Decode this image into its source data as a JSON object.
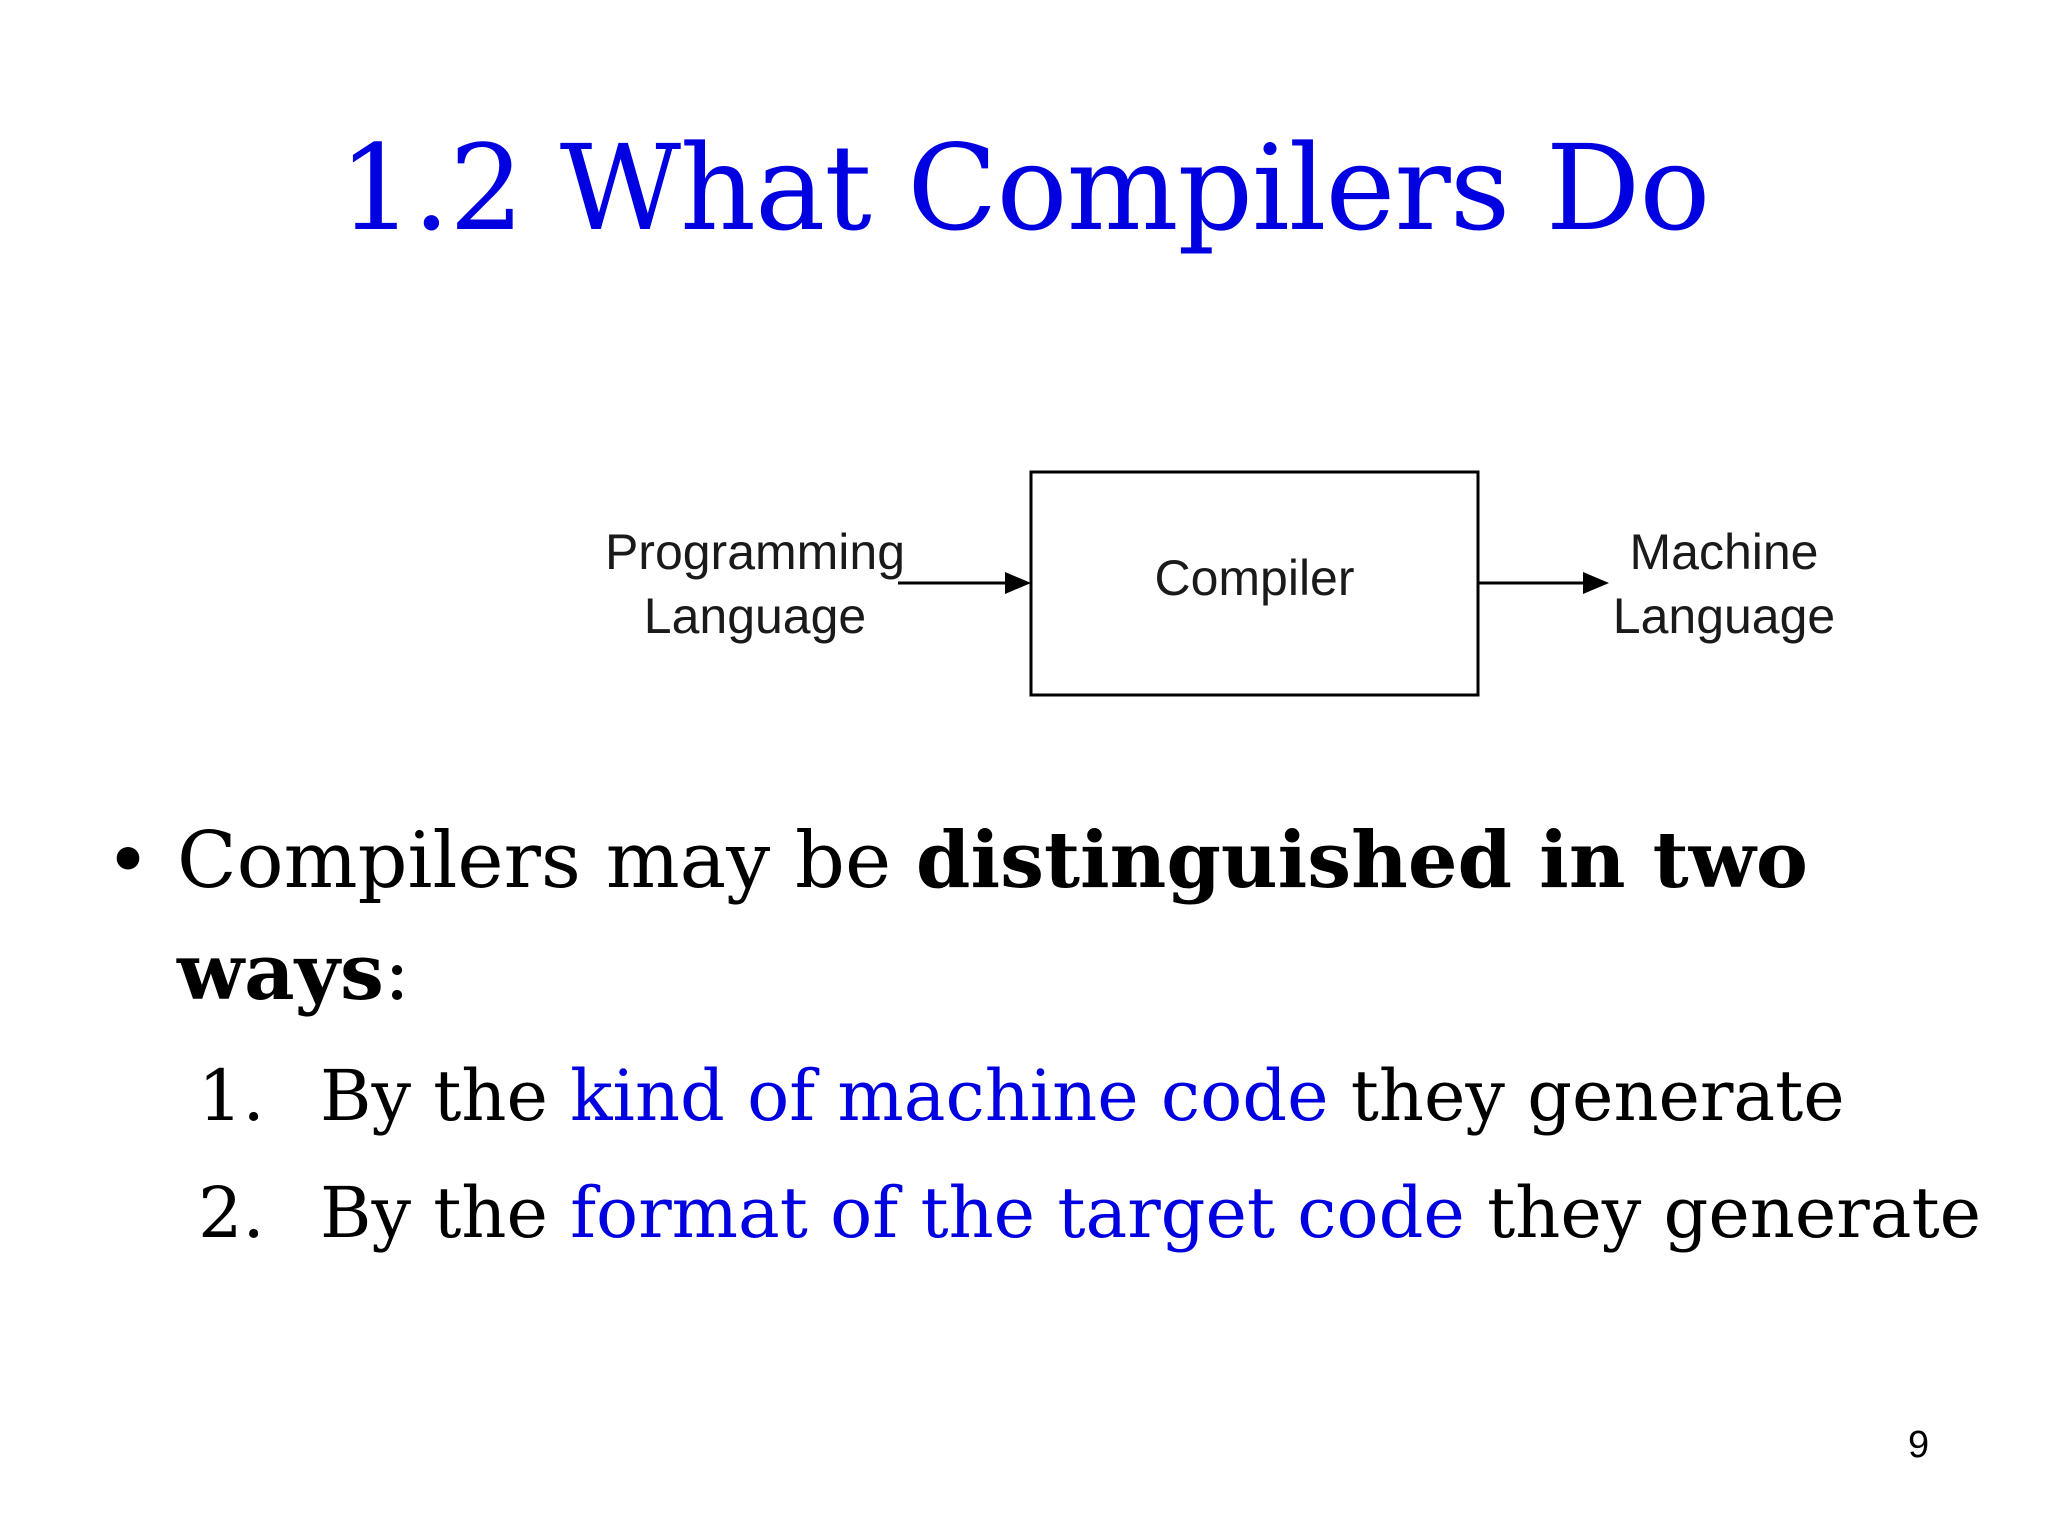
{
  "slide": {
    "title": "1.2 What Compilers Do",
    "page_number": "9"
  },
  "diagram": {
    "input_label_line1": "Programming",
    "input_label_line2": "Language",
    "box_label": "Compiler",
    "output_label_line1": "Machine",
    "output_label_line2": "Language"
  },
  "bullet": {
    "symbol": "•",
    "text_before": "Compilers may be ",
    "bold_text": "distinguished in two ways",
    "text_after": ":"
  },
  "list": [
    {
      "number": "1.",
      "prefix": "By the ",
      "highlight": "kind of machine code",
      "suffix": " they generate"
    },
    {
      "number": "2.",
      "prefix": "By the ",
      "highlight": "format of the target code",
      "suffix": " they generate"
    }
  ],
  "colors": {
    "title": "#0000e0",
    "highlight": "#0000e0",
    "text": "#000000"
  }
}
